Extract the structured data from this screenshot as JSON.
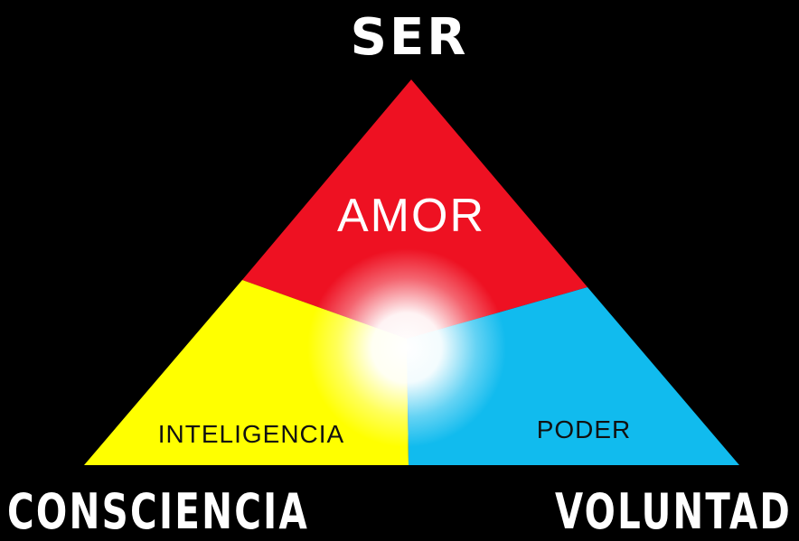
{
  "labels": {
    "top": "SER",
    "bottom_left": "CONSCIENCIA",
    "bottom_right": "VOLUNTAD"
  },
  "sections": {
    "top": {
      "label": "AMOR",
      "color": "#ee1122",
      "text_color": "#ffffff"
    },
    "left": {
      "label": "INTELIGENCIA",
      "color": "#ffff00",
      "text_color": "#111111"
    },
    "right": {
      "label": "PODER",
      "color": "#11bbee",
      "text_color": "#111111"
    }
  },
  "center_glow_color": "#ffffff",
  "background_color": "#000000"
}
